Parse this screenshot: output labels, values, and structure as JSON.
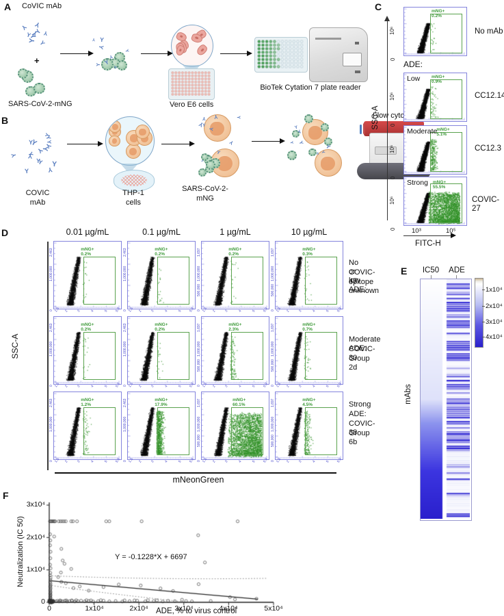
{
  "panel_a": {
    "label": "A",
    "title": "CoVIC mAb",
    "plus": "+",
    "virus_label": "SARS-CoV-2-mNG",
    "cells_label": "Vero E6 cells",
    "reader_label": "BioTek Cytation 7 plate reader"
  },
  "panel_b": {
    "label": "B",
    "mab_line1": "COVIC",
    "mab_line2": "mAb",
    "cells_line1": "THP-1",
    "cells_line2": "cells",
    "virus_line1": "SARS-CoV-2-",
    "virus_line2": "mNG",
    "flow_label": "Flow cytometry"
  },
  "panel_c": {
    "label": "C",
    "y_axis": "SSC-A",
    "x_axis": "FITC-H",
    "ade_header": "ADE:",
    "y_tick_top": "10⁶",
    "y_tick_bottom": "0",
    "x_tick_left": "10³",
    "x_tick_right": "10⁵",
    "gate_name": "mNG+",
    "plots": [
      {
        "inner": "",
        "pct_label": "0.2%",
        "pct": 0.2,
        "right_label": "No mAb"
      },
      {
        "inner": "Low",
        "pct_label": "0.9%",
        "pct": 0.9,
        "right_label": "CC12.14"
      },
      {
        "inner": "Moderate",
        "pct_label": "5.1%",
        "pct": 5.1,
        "right_label": "CC12.3"
      },
      {
        "inner": "Strong",
        "pct_label": "55.5%",
        "pct": 55.5,
        "right_label": "COVIC-27"
      }
    ]
  },
  "panel_d": {
    "label": "D",
    "y_axis": "SSC-A",
    "x_axis": "mNeonGreen",
    "gate_name": "mNG+",
    "col_headers": [
      "0.01 µg/mL",
      "0.1 µg/mL",
      "1 µg/mL",
      "10 µg/mL"
    ],
    "y_micro": {
      "top_left": "2,463",
      "top_right": "1,697",
      "mid": "1,000,000",
      "mid2": "500,000",
      "zero": "0"
    },
    "x_micro": [
      "1.3",
      "2",
      "3",
      "4",
      "5",
      "5.9"
    ],
    "rows": [
      {
        "right_lines": [
          "No or low ADE:",
          "COVIC-47",
          "epitope unknown"
        ],
        "pcts": [
          {
            "label": "0.2%",
            "v": 0.2
          },
          {
            "label": "0.2%",
            "v": 0.2
          },
          {
            "label": "0.2%",
            "v": 0.2
          },
          {
            "label": "0.3%",
            "v": 0.3
          }
        ]
      },
      {
        "right_lines": [
          "Moderate ADE:",
          "COVIC-30",
          "Group 2d"
        ],
        "pcts": [
          {
            "label": "0.2%",
            "v": 0.2
          },
          {
            "label": "0.2%",
            "v": 0.2
          },
          {
            "label": "2.3%",
            "v": 2.3
          },
          {
            "label": "0.7%",
            "v": 0.7
          }
        ]
      },
      {
        "right_lines": [
          "Strong",
          "ADE:",
          "COVIC-38",
          "Group 6b"
        ],
        "pcts": [
          {
            "label": "1.2%",
            "v": 1.2
          },
          {
            "label": "17.9%",
            "v": 17.9
          },
          {
            "label": "60.1%",
            "v": 60.1
          },
          {
            "label": "4.5%",
            "v": 4.5
          }
        ]
      }
    ]
  },
  "panel_e": {
    "label": "E",
    "col1": "IC50",
    "col2": "ADE",
    "y_axis": "mAbs",
    "colorbar_ticks": [
      "1x10⁴",
      "2x10⁴",
      "3x10⁴",
      "4x10⁴"
    ]
  },
  "panel_f": {
    "label": "F",
    "y_axis": "Neutralization (IC 50)",
    "x_axis": "ADE, % to virus control",
    "equation": "Y = -0.1228*X + 6697",
    "y_ticks": [
      "0",
      "1x10⁴",
      "2x10⁴",
      "3x10⁴"
    ],
    "x_ticks": [
      "0",
      "1x10⁴",
      "2x10⁴",
      "3x10⁴",
      "4x10⁴",
      "5x10⁴"
    ]
  },
  "chart_data": [
    {
      "panel": "C",
      "type": "scatter",
      "subtype": "flow-cytometry",
      "xlabel": "FITC-H",
      "ylabel": "SSC-A",
      "x_ticks": [
        "10³",
        "10⁵"
      ],
      "y_ticks": [
        "0",
        "10⁶"
      ],
      "gate": "mNG+",
      "conditions": [
        {
          "name": "No mAb",
          "ade_level": null,
          "mNG_pos_pct": 0.2
        },
        {
          "name": "CC12.14",
          "ade_level": "Low",
          "mNG_pos_pct": 0.9
        },
        {
          "name": "CC12.3",
          "ade_level": "Moderate",
          "mNG_pos_pct": 5.1
        },
        {
          "name": "COVIC-27",
          "ade_level": "Strong",
          "mNG_pos_pct": 55.5
        }
      ]
    },
    {
      "panel": "D",
      "type": "scatter",
      "subtype": "flow-cytometry",
      "xlabel": "mNeonGreen",
      "ylabel": "SSC-A",
      "categories": [
        "0.01 µg/mL",
        "0.1 µg/mL",
        "1 µg/mL",
        "10 µg/mL"
      ],
      "gate": "mNG+",
      "series": [
        {
          "name": "COVIC-47 (No or low ADE, epitope unknown)",
          "mNG_pos_pct": [
            0.2,
            0.2,
            0.2,
            0.3
          ]
        },
        {
          "name": "COVIC-30 (Moderate ADE, Group 2d)",
          "mNG_pos_pct": [
            0.2,
            0.2,
            2.3,
            0.7
          ]
        },
        {
          "name": "COVIC-38 (Strong ADE, Group 6b)",
          "mNG_pos_pct": [
            1.2,
            17.9,
            60.1,
            4.5
          ]
        }
      ]
    },
    {
      "panel": "E",
      "type": "heatmap",
      "columns": [
        "IC50",
        "ADE"
      ],
      "ylabel": "mAbs",
      "colorbar_ticks": [
        10000,
        20000,
        30000,
        40000
      ],
      "description": "mAbs sorted by IC50: IC50 column grades smoothly from white (top) to saturated blue (bottom); ADE column shows independent blue stripes of varying intensity, sparser near the bottom."
    },
    {
      "panel": "F",
      "type": "scatter",
      "xlabel": "ADE, % to virus control",
      "ylabel": "Neutralization (IC 50)",
      "xlim": [
        0,
        50000
      ],
      "ylim": [
        0,
        30000
      ],
      "cap_y": 25000,
      "fit": {
        "equation": "Y = -0.1228*X + 6697",
        "slope": -0.1228,
        "intercept": 6697,
        "x_end": 46500
      },
      "origin_cluster": {
        "count": 70,
        "x_sd": 700,
        "y_sd": 450
      },
      "points": [
        [
          150,
          25000
        ],
        [
          350,
          25000
        ],
        [
          550,
          25000
        ],
        [
          750,
          25000
        ],
        [
          950,
          25000
        ],
        [
          1150,
          25000
        ],
        [
          1350,
          25000
        ],
        [
          2100,
          25000
        ],
        [
          2500,
          25000
        ],
        [
          2900,
          25000
        ],
        [
          3300,
          25000
        ],
        [
          3700,
          25000
        ],
        [
          4900,
          25000
        ],
        [
          5300,
          25000
        ],
        [
          6200,
          25000
        ],
        [
          12700,
          25000
        ],
        [
          13400,
          25000
        ],
        [
          20600,
          25000
        ],
        [
          42000,
          25000
        ],
        [
          33200,
          20700
        ],
        [
          200,
          21000
        ],
        [
          250,
          19100
        ],
        [
          200,
          17600
        ],
        [
          300,
          15600
        ],
        [
          250,
          13600
        ],
        [
          200,
          11600
        ],
        [
          300,
          10500
        ],
        [
          250,
          9100
        ],
        [
          200,
          8300
        ],
        [
          300,
          7500
        ],
        [
          250,
          6900
        ],
        [
          200,
          6200
        ],
        [
          300,
          5700
        ],
        [
          250,
          5200
        ],
        [
          200,
          4800
        ],
        [
          300,
          4400
        ],
        [
          250,
          4000
        ],
        [
          200,
          3600
        ],
        [
          300,
          3200
        ],
        [
          250,
          2900
        ],
        [
          200,
          2600
        ],
        [
          300,
          2300
        ],
        [
          250,
          2000
        ],
        [
          200,
          1700
        ],
        [
          300,
          1400
        ],
        [
          250,
          1100
        ],
        [
          200,
          800
        ],
        [
          300,
          500
        ],
        [
          1100,
          20300
        ],
        [
          2700,
          16500
        ],
        [
          3000,
          12900
        ],
        [
          3400,
          11900
        ],
        [
          4900,
          10300
        ],
        [
          2600,
          9200
        ],
        [
          2000,
          7800
        ],
        [
          2700,
          6300
        ],
        [
          3700,
          5900
        ],
        [
          5400,
          4400
        ],
        [
          6800,
          4900
        ],
        [
          8800,
          3600
        ],
        [
          12100,
          4700
        ],
        [
          15500,
          5500
        ],
        [
          20400,
          5200
        ],
        [
          24800,
          4300
        ],
        [
          27600,
          3500
        ],
        [
          33300,
          5600
        ],
        [
          34700,
          12300
        ],
        [
          40300,
          1600
        ],
        [
          41400,
          900
        ],
        [
          46200,
          1100
        ],
        [
          29600,
          800
        ],
        [
          36000,
          400
        ],
        [
          1500,
          300
        ],
        [
          1800,
          450
        ],
        [
          2200,
          250
        ],
        [
          2600,
          400
        ],
        [
          3000,
          300
        ],
        [
          3500,
          500
        ],
        [
          4000,
          250
        ],
        [
          4500,
          350
        ],
        [
          5100,
          450
        ],
        [
          5700,
          250
        ],
        [
          6400,
          350
        ],
        [
          7100,
          500
        ],
        [
          7900,
          300
        ],
        [
          8800,
          400
        ],
        [
          9800,
          250
        ],
        [
          10900,
          350
        ],
        [
          12100,
          500
        ],
        [
          13400,
          300
        ],
        [
          14800,
          400
        ],
        [
          16300,
          250
        ],
        [
          17900,
          350
        ],
        [
          19600,
          500
        ],
        [
          21400,
          300
        ],
        [
          23300,
          400
        ],
        [
          25300,
          250
        ],
        [
          26500,
          450
        ],
        [
          28000,
          350
        ],
        [
          30500,
          400
        ],
        [
          31800,
          300
        ],
        [
          8300,
          650
        ],
        [
          9300,
          600
        ],
        [
          11500,
          650
        ],
        [
          16800,
          600
        ],
        [
          22000,
          650
        ],
        [
          5000,
          600
        ],
        [
          6000,
          650
        ],
        [
          3800,
          600
        ],
        [
          2400,
          600
        ],
        [
          19000,
          600
        ],
        [
          24000,
          600
        ]
      ]
    }
  ]
}
